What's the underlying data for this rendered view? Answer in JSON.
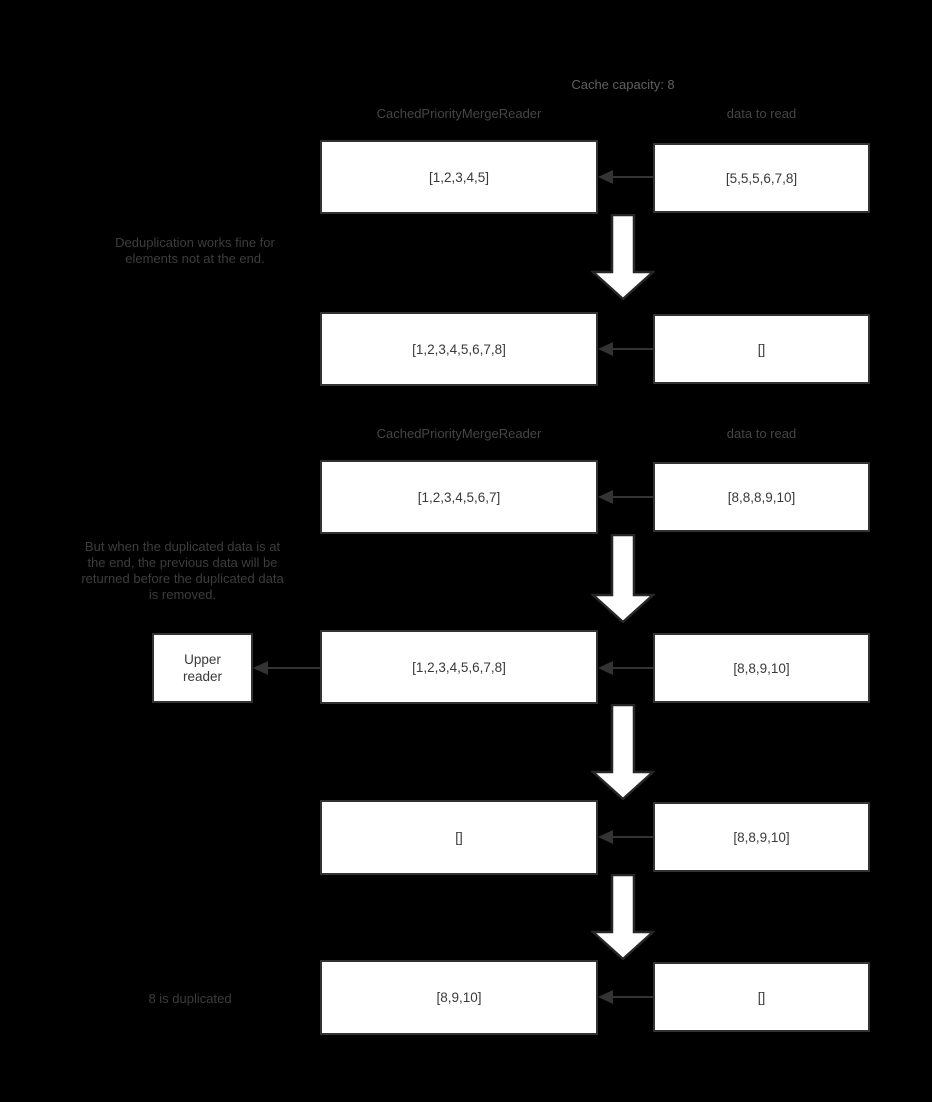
{
  "title": "Cache capacity: 8",
  "colors": {
    "background": "#000000",
    "box_fill": "#ffffff",
    "box_border": "#333333",
    "box_text": "#3a3a3a",
    "title_text": "#606060",
    "label_text": "#454545",
    "annotation_text": "#3d3d3d",
    "connector": "#333333",
    "block_arrow_fill": "#ffffff",
    "block_arrow_stroke": "#262626"
  },
  "sections": [
    {
      "reader_label": "CachedPriorityMergeReader",
      "data_label": "data to read",
      "annotation": "Deduplication works fine for\nelements not at the end."
    },
    {
      "reader_label": "CachedPriorityMergeReader",
      "data_label": "data to read",
      "annotation": "But when the duplicated data is at\nthe end, the previous data will be\nreturned before the duplicated data\nis removed."
    }
  ],
  "upper_reader_label": "Upper\nreader",
  "final_annotation": "8 is duplicated",
  "rows": [
    {
      "reader": "[1,2,3,4,5]",
      "data": "[5,5,5,6,7,8]"
    },
    {
      "reader": "[1,2,3,4,5,6,7,8]",
      "data": "[]"
    },
    {
      "reader": "[1,2,3,4,5,6,7]",
      "data": "[8,8,8,9,10]"
    },
    {
      "reader": "[1,2,3,4,5,6,7,8]",
      "data": "[8,8,9,10]"
    },
    {
      "reader": "[]",
      "data": "[8,8,9,10]"
    },
    {
      "reader": "[8,9,10]",
      "data": "[]"
    }
  ]
}
